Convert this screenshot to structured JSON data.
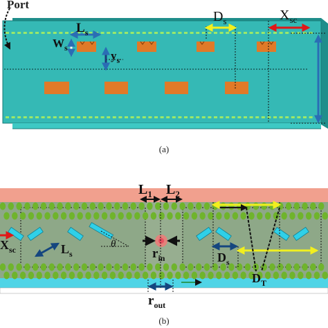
{
  "figure_a": {
    "caption": "(a)",
    "labels": {
      "port": "Port",
      "l_s_main": "L",
      "l_s_sub": "s",
      "d_s_main": "D",
      "d_s_sub": "s",
      "x_sc_main": "X",
      "x_sc_sub": "sc",
      "w_s_main": "W",
      "w_s_sub": "s",
      "y_s_main": "y",
      "y_s_sub": "s"
    },
    "colors": {
      "substrate": "#35b9b5",
      "substrate_edge": "#1f8e8b",
      "slot": "#e07a28",
      "via": "#9be86a",
      "arrow_blue": "#2a6db5",
      "arrow_yellow": "#f2ef1e",
      "arrow_red": "#e01818"
    }
  },
  "figure_b": {
    "caption": "(b)",
    "labels": {
      "l1_main": "L",
      "l1_sub": "1",
      "l2_main": "L",
      "l2_sub": "2",
      "x_sc_main": "X",
      "x_sc_sub": "sc",
      "l_s_main": "L",
      "l_s_sub": "s",
      "theta": "θ",
      "r_in_main": "r",
      "r_in_sub": "in",
      "r_out_main": "r",
      "r_out_sub": "out",
      "d_s_main": "D",
      "d_s_sub": "s",
      "d_t_main": "D",
      "d_t_sub": "T"
    },
    "colors": {
      "top_metal": "#f1a08e",
      "dielectric": "#8ea888",
      "bottom_metal": "#4fd4e6",
      "via": "#6fb42c",
      "slot": "#2fd0e8",
      "arrow_yellow": "#f0f020",
      "arrow_blue": "#15467f"
    }
  }
}
